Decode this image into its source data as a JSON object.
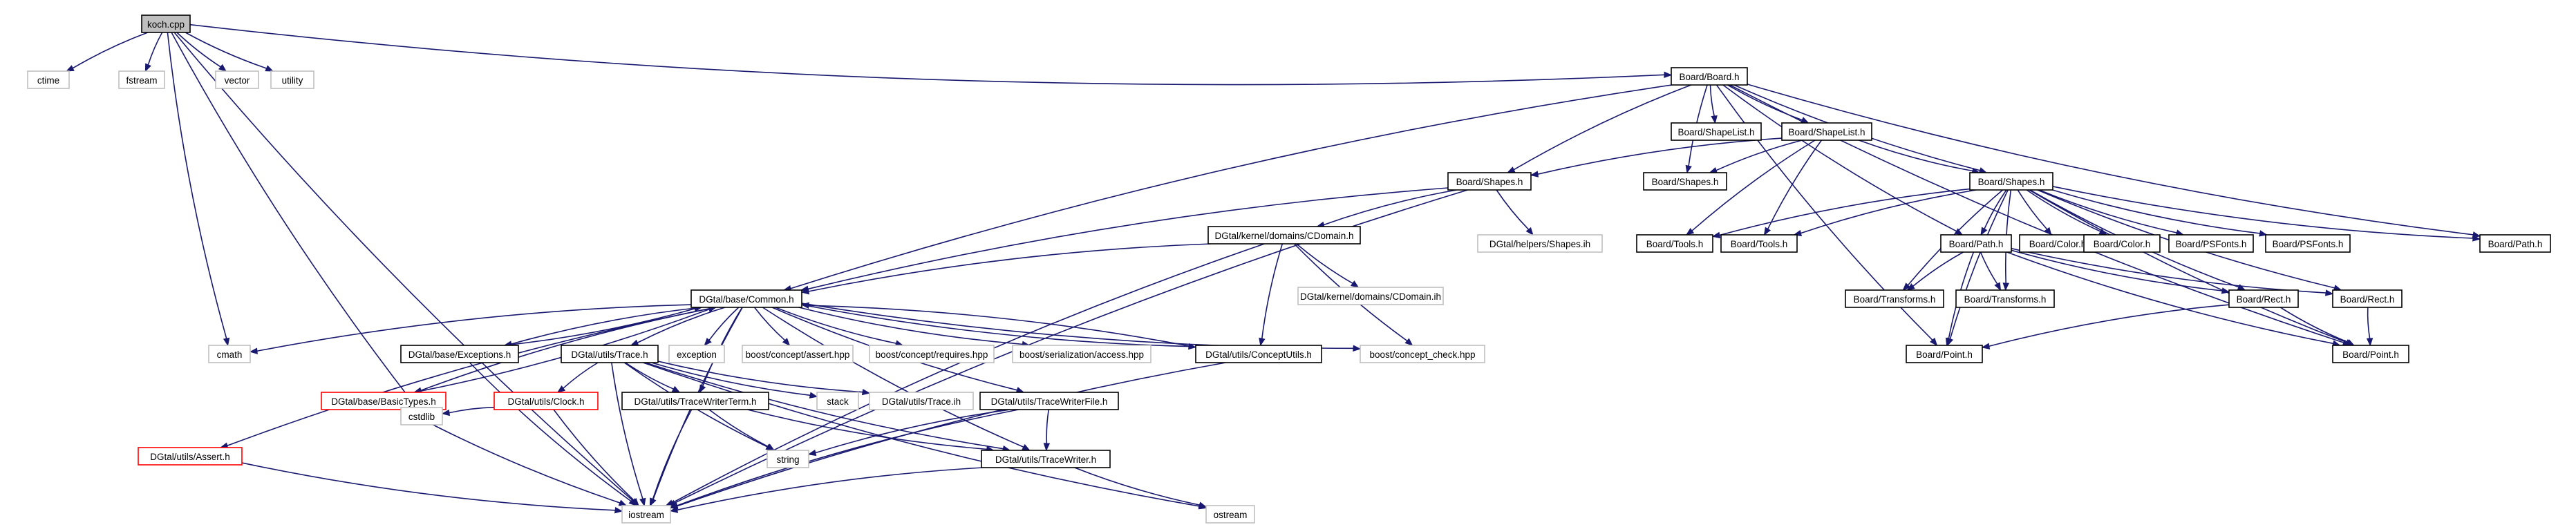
{
  "colors": {
    "edge": "#191970",
    "root_fill": "#bfbfbf",
    "border_normal": "#000000",
    "border_missing": "#bfbfbf",
    "border_red": "#ff0000",
    "text_normal": "#000000",
    "text_missing": "#8c8c8c"
  },
  "nodes": [
    {
      "id": "koch",
      "label": "koch.cpp",
      "kind": "root"
    },
    {
      "id": "ctime",
      "label": "ctime",
      "kind": "missing"
    },
    {
      "id": "fstream",
      "label": "fstream",
      "kind": "missing"
    },
    {
      "id": "vector",
      "label": "vector",
      "kind": "missing"
    },
    {
      "id": "utility",
      "label": "utility",
      "kind": "missing"
    },
    {
      "id": "board_h",
      "label": "Board/Board.h",
      "kind": "normal"
    },
    {
      "id": "shapelist1",
      "label": "Board/ShapeList.h",
      "kind": "normal"
    },
    {
      "id": "shapelist2",
      "label": "Board/ShapeList.h",
      "kind": "normal"
    },
    {
      "id": "shapes_l",
      "label": "Board/Shapes.h",
      "kind": "normal"
    },
    {
      "id": "shapes_m",
      "label": "Board/Shapes.h",
      "kind": "normal"
    },
    {
      "id": "shapes_r",
      "label": "Board/Shapes.h",
      "kind": "normal"
    },
    {
      "id": "helpers_shapes",
      "label": "DGtal/helpers/Shapes.ih",
      "kind": "missing"
    },
    {
      "id": "cdomain_h",
      "label": "DGtal/kernel/domains/CDomain.h",
      "kind": "normal"
    },
    {
      "id": "cdomain_ih",
      "label": "DGtal/kernel/domains/CDomain.ih",
      "kind": "missing"
    },
    {
      "id": "tools1",
      "label": "Board/Tools.h",
      "kind": "normal"
    },
    {
      "id": "tools2",
      "label": "Board/Tools.h",
      "kind": "normal"
    },
    {
      "id": "path_h",
      "label": "Board/Path.h",
      "kind": "normal"
    },
    {
      "id": "color1",
      "label": "Board/Color.h",
      "kind": "normal"
    },
    {
      "id": "color2",
      "label": "Board/Color.h",
      "kind": "normal"
    },
    {
      "id": "psfonts1",
      "label": "Board/PSFonts.h",
      "kind": "normal"
    },
    {
      "id": "psfonts2",
      "label": "Board/PSFonts.h",
      "kind": "normal"
    },
    {
      "id": "path_r",
      "label": "Board/Path.h",
      "kind": "normal"
    },
    {
      "id": "transforms1",
      "label": "Board/Transforms.h",
      "kind": "normal"
    },
    {
      "id": "transforms2",
      "label": "Board/Transforms.h",
      "kind": "normal"
    },
    {
      "id": "rect1",
      "label": "Board/Rect.h",
      "kind": "normal"
    },
    {
      "id": "rect2",
      "label": "Board/Rect.h",
      "kind": "normal"
    },
    {
      "id": "point1",
      "label": "Board/Point.h",
      "kind": "normal"
    },
    {
      "id": "point2",
      "label": "Board/Point.h",
      "kind": "normal"
    },
    {
      "id": "common_h",
      "label": "DGtal/base/Common.h",
      "kind": "normal"
    },
    {
      "id": "cmath",
      "label": "cmath",
      "kind": "missing"
    },
    {
      "id": "exceptions_h",
      "label": "DGtal/base/Exceptions.h",
      "kind": "normal"
    },
    {
      "id": "trace_h",
      "label": "DGtal/utils/Trace.h",
      "kind": "normal"
    },
    {
      "id": "exception",
      "label": "exception",
      "kind": "missing"
    },
    {
      "id": "boost_assert",
      "label": "boost/concept/assert.hpp",
      "kind": "missing"
    },
    {
      "id": "boost_requires",
      "label": "boost/concept/requires.hpp",
      "kind": "missing"
    },
    {
      "id": "boost_serial",
      "label": "boost/serialization/access.hpp",
      "kind": "missing"
    },
    {
      "id": "conceptutils_h",
      "label": "DGtal/utils/ConceptUtils.h",
      "kind": "normal"
    },
    {
      "id": "boost_check",
      "label": "boost/concept_check.hpp",
      "kind": "missing"
    },
    {
      "id": "basictypes_h",
      "label": "DGtal/base/BasicTypes.h",
      "kind": "red"
    },
    {
      "id": "clock_h",
      "label": "DGtal/utils/Clock.h",
      "kind": "red"
    },
    {
      "id": "tracewriterterm_h",
      "label": "DGtal/utils/TraceWriterTerm.h",
      "kind": "normal"
    },
    {
      "id": "stack",
      "label": "stack",
      "kind": "missing"
    },
    {
      "id": "trace_ih",
      "label": "DGtal/utils/Trace.ih",
      "kind": "missing"
    },
    {
      "id": "tracewriterfile_h",
      "label": "DGtal/utils/TraceWriterFile.h",
      "kind": "normal"
    },
    {
      "id": "assert_h",
      "label": "DGtal/utils/Assert.h",
      "kind": "red"
    },
    {
      "id": "cstdlib",
      "label": "cstdlib",
      "kind": "missing"
    },
    {
      "id": "string",
      "label": "string",
      "kind": "missing"
    },
    {
      "id": "tracewriter_h",
      "label": "DGtal/utils/TraceWriter.h",
      "kind": "normal"
    },
    {
      "id": "iostream",
      "label": "iostream",
      "kind": "missing"
    },
    {
      "id": "ostream",
      "label": "ostream",
      "kind": "missing"
    }
  ],
  "edges": [
    [
      "koch",
      "ctime"
    ],
    [
      "koch",
      "fstream"
    ],
    [
      "koch",
      "vector"
    ],
    [
      "koch",
      "utility"
    ],
    [
      "koch",
      "board_h"
    ],
    [
      "koch",
      "cmath"
    ],
    [
      "koch",
      "cstdlib"
    ],
    [
      "koch",
      "iostream"
    ],
    [
      "board_h",
      "shapelist1"
    ],
    [
      "board_h",
      "shapelist2"
    ],
    [
      "board_h",
      "shapes_l"
    ],
    [
      "board_h",
      "shapes_m"
    ],
    [
      "board_h",
      "shapes_r"
    ],
    [
      "board_h",
      "path_h"
    ],
    [
      "board_h",
      "path_r"
    ],
    [
      "board_h",
      "point1"
    ],
    [
      "board_h",
      "point2"
    ],
    [
      "board_h",
      "common_h"
    ],
    [
      "shapelist2",
      "shapes_l"
    ],
    [
      "shapelist2",
      "shapes_m"
    ],
    [
      "shapelist2",
      "shapes_r"
    ],
    [
      "shapelist2",
      "tools1"
    ],
    [
      "shapelist2",
      "tools2"
    ],
    [
      "shapes_l",
      "helpers_shapes"
    ],
    [
      "shapes_l",
      "cdomain_h"
    ],
    [
      "shapes_l",
      "common_h"
    ],
    [
      "shapes_l",
      "iostream"
    ],
    [
      "cdomain_h",
      "cdomain_ih"
    ],
    [
      "cdomain_h",
      "common_h"
    ],
    [
      "cdomain_h",
      "conceptutils_h"
    ],
    [
      "cdomain_h",
      "boost_check"
    ],
    [
      "cdomain_h",
      "iostream"
    ],
    [
      "shapes_r",
      "tools1"
    ],
    [
      "shapes_r",
      "tools2"
    ],
    [
      "shapes_r",
      "path_h"
    ],
    [
      "shapes_r",
      "color1"
    ],
    [
      "shapes_r",
      "color2"
    ],
    [
      "shapes_r",
      "psfonts1"
    ],
    [
      "shapes_r",
      "psfonts2"
    ],
    [
      "shapes_r",
      "path_r"
    ],
    [
      "shapes_r",
      "transforms1"
    ],
    [
      "shapes_r",
      "transforms2"
    ],
    [
      "shapes_r",
      "rect1"
    ],
    [
      "shapes_r",
      "rect2"
    ],
    [
      "shapes_r",
      "point1"
    ],
    [
      "shapes_r",
      "point2"
    ],
    [
      "path_h",
      "transforms1"
    ],
    [
      "path_h",
      "transforms2"
    ],
    [
      "path_h",
      "rect1"
    ],
    [
      "path_h",
      "rect2"
    ],
    [
      "path_h",
      "point1"
    ],
    [
      "path_h",
      "point2"
    ],
    [
      "rect1",
      "point1"
    ],
    [
      "rect1",
      "point2"
    ],
    [
      "rect2",
      "point2"
    ],
    [
      "common_h",
      "cmath"
    ],
    [
      "common_h",
      "exceptions_h"
    ],
    [
      "common_h",
      "trace_h"
    ],
    [
      "common_h",
      "exception"
    ],
    [
      "common_h",
      "boost_assert"
    ],
    [
      "common_h",
      "boost_requires"
    ],
    [
      "common_h",
      "boost_serial"
    ],
    [
      "common_h",
      "conceptutils_h"
    ],
    [
      "common_h",
      "boost_check"
    ],
    [
      "common_h",
      "basictypes_h"
    ],
    [
      "common_h",
      "assert_h"
    ],
    [
      "common_h",
      "iostream"
    ],
    [
      "common_h",
      "tracewriterterm_h"
    ],
    [
      "common_h",
      "tracewriterfile_h"
    ],
    [
      "common_h",
      "tracewriter_h"
    ],
    [
      "exceptions_h",
      "common_h"
    ],
    [
      "exceptions_h",
      "iostream"
    ],
    [
      "basictypes_h",
      "common_h"
    ],
    [
      "basictypes_h",
      "cstdlib"
    ],
    [
      "basictypes_h",
      "iostream"
    ],
    [
      "conceptutils_h",
      "common_h"
    ],
    [
      "conceptutils_h",
      "iostream"
    ],
    [
      "trace_h",
      "clock_h"
    ],
    [
      "trace_h",
      "tracewriterterm_h"
    ],
    [
      "trace_h",
      "stack"
    ],
    [
      "trace_h",
      "trace_ih"
    ],
    [
      "trace_h",
      "string"
    ],
    [
      "trace_h",
      "iostream"
    ],
    [
      "trace_h",
      "tracewriter_h"
    ],
    [
      "trace_h",
      "ostream"
    ],
    [
      "clock_h",
      "cstdlib"
    ],
    [
      "clock_h",
      "iostream"
    ],
    [
      "tracewriterterm_h",
      "string"
    ],
    [
      "tracewriterterm_h",
      "tracewriter_h"
    ],
    [
      "tracewriterterm_h",
      "iostream"
    ],
    [
      "tracewriterfile_h",
      "string"
    ],
    [
      "tracewriterfile_h",
      "tracewriter_h"
    ],
    [
      "tracewriterfile_h",
      "iostream"
    ],
    [
      "tracewriter_h",
      "iostream"
    ],
    [
      "tracewriter_h",
      "ostream"
    ],
    [
      "assert_h",
      "iostream"
    ]
  ]
}
